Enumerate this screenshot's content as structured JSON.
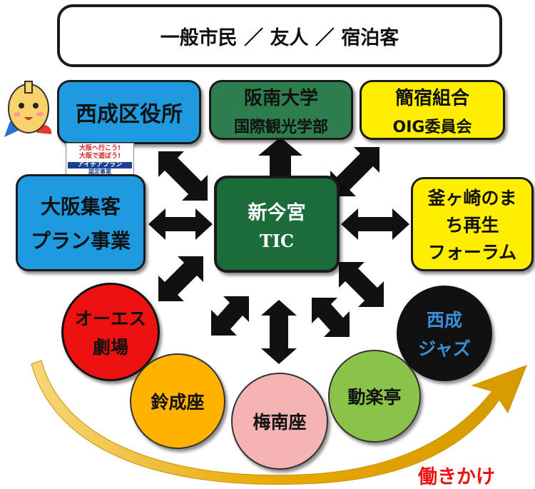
{
  "top_box": {
    "label": "一般市民 ／ 友人 ／ 宿泊客"
  },
  "center": {
    "line1": "新今宮",
    "line2": "TIC"
  },
  "nishinari_ward": {
    "label": "西成区役所"
  },
  "hannan_univ": {
    "line1": "阪南大学",
    "line2": "国際観光学部"
  },
  "kanshuku": {
    "line1": "簡宿組合",
    "line2": "OIG委員会"
  },
  "osaka_plan": {
    "line1": "大阪集客",
    "line2": "プラン事業"
  },
  "kamagasaki": {
    "line1": "釜ヶ崎のま",
    "line2": "ち再生",
    "line3": "フォーラム"
  },
  "badge": {
    "line1": "大阪へ行こう!",
    "line2": "大阪で遊ぼう!",
    "line3": "アイチアプラン",
    "line4": "認定事業"
  },
  "mascot": {
    "icon": "mascot-character-icon"
  },
  "circles": {
    "oes": {
      "line1": "オーエス",
      "line2": "劇場"
    },
    "suzunari": {
      "label": "鈴成座"
    },
    "umenan": {
      "label": "梅南座"
    },
    "dorakutei": {
      "label": "動楽亭"
    },
    "jazz": {
      "line1": "西成",
      "line2": "ジャズ"
    }
  },
  "footer": {
    "label": "働きかけ"
  },
  "colors": {
    "blue": "#1e9be0",
    "green": "#2e7d4f",
    "dark_green": "#1c6b3a",
    "yellow": "#ffee00",
    "red": "#ee1111",
    "orange": "#ffb300",
    "pink": "#f5b3b3",
    "lime": "#8bc34a",
    "black": "#111111",
    "jazz_text": "#3a8fd8",
    "accent_red": "#ee1111",
    "curve_orange": "#e8a800"
  }
}
